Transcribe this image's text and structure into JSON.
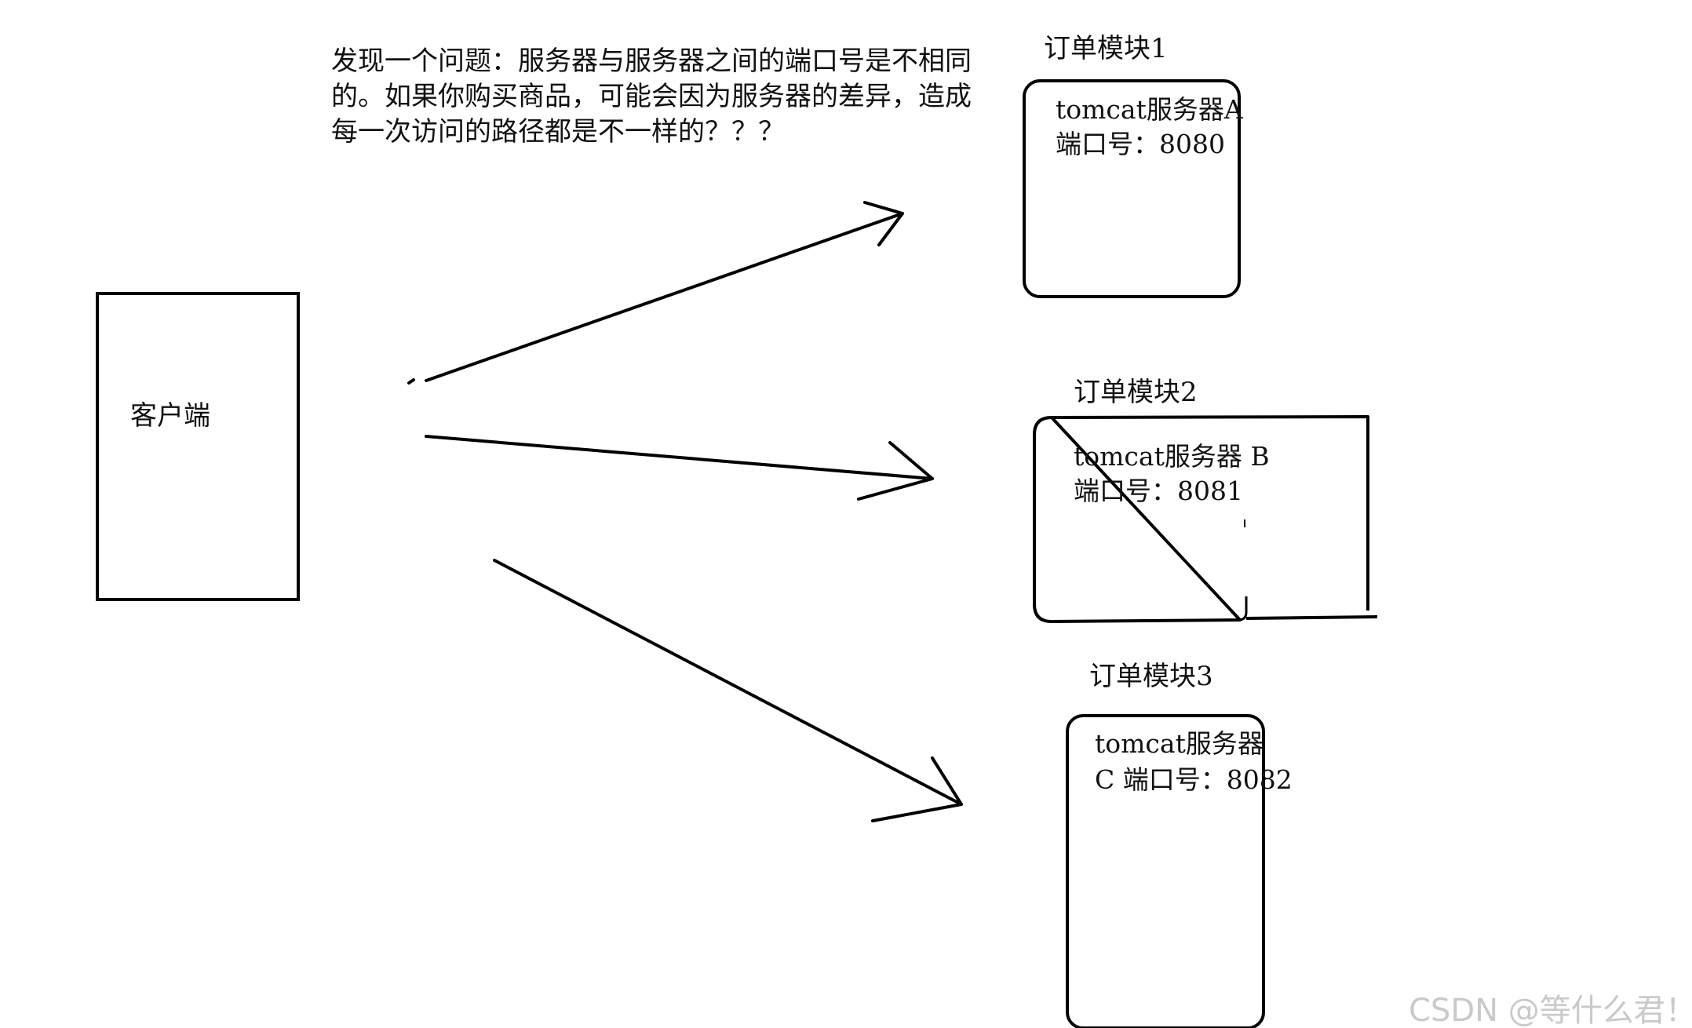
{
  "issue_note": {
    "lines": [
      "发现一个问题：服务器与服务器之间的端口号是不相同",
      "的。如果你购买商品，可能会因为服务器的差异，造成",
      "每一次访问的路径都是不一样的？？？"
    ]
  },
  "client": {
    "label": "客户端"
  },
  "modules": [
    {
      "title": "订单模块1",
      "server_line1": "tomcat服务器A",
      "server_line2": "端口号：8080"
    },
    {
      "title": "订单模块2",
      "server_line1": "tomcat服务器 B",
      "server_line2": "端口号：8081"
    },
    {
      "title": "订单模块3",
      "server_line1": "tomcat服务器",
      "server_line2": "C  端口号：8082"
    }
  ],
  "watermark": "CSDN @等什么君！",
  "colors": {
    "stroke": "#000000",
    "text": "#111111",
    "watermark": "#c9c9c9",
    "background": "#ffffff"
  }
}
